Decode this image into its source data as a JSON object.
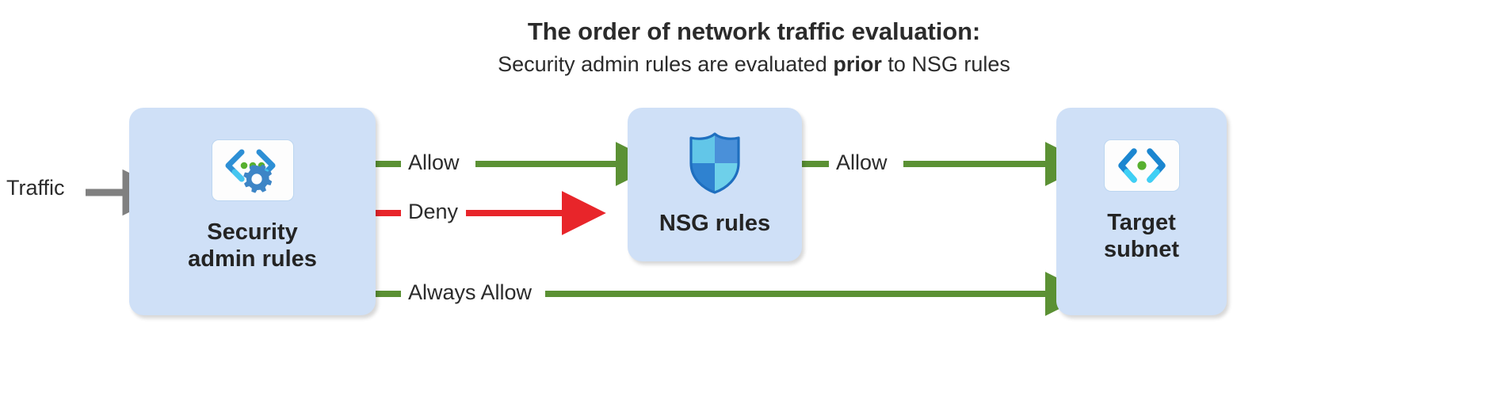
{
  "header": {
    "title": "The order of network traffic evaluation:",
    "subtitle_prefix": "Security admin rules are evaluated ",
    "subtitle_emphasis": "prior",
    "subtitle_suffix": " to NSG rules"
  },
  "nodes": [
    {
      "id": "security-admin-rules",
      "label": "Security\nadmin rules",
      "icon": "code-brackets-gear-icon",
      "fill": "#cfe0f7"
    },
    {
      "id": "nsg-rules",
      "label": "NSG rules",
      "icon": "shield-icon",
      "fill": "#cfe0f7"
    },
    {
      "id": "target-subnet",
      "label": "Target\nsubnet",
      "icon": "subnet-brackets-icon",
      "fill": "#cfe0f7"
    }
  ],
  "connectors": [
    {
      "id": "traffic-in",
      "label": "Traffic",
      "color": "#808080",
      "from": "external",
      "to": "security-admin-rules"
    },
    {
      "id": "allow-to-nsg",
      "label": "Allow",
      "color": "#5b9134",
      "from": "security-admin-rules",
      "to": "nsg-rules"
    },
    {
      "id": "deny",
      "label": "Deny",
      "color": "#e8252a",
      "from": "security-admin-rules",
      "to": "dropped"
    },
    {
      "id": "allow-to-subnet",
      "label": "Allow",
      "color": "#5b9134",
      "from": "nsg-rules",
      "to": "target-subnet"
    },
    {
      "id": "always-allow",
      "label": "Always Allow",
      "color": "#5b9134",
      "from": "security-admin-rules",
      "to": "target-subnet"
    }
  ],
  "colors": {
    "allow_green": "#5b9134",
    "deny_red": "#e8252a",
    "traffic_gray": "#808080",
    "node_fill": "#cfe0f7",
    "text": "#242424"
  }
}
